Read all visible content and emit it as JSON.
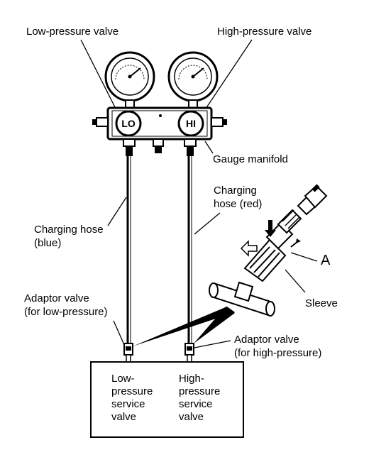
{
  "labels": {
    "low_pressure_valve": "Low-pressure valve",
    "high_pressure_valve": "High-pressure valve",
    "gauge_manifold": "Gauge manifold",
    "charging_hose_blue_1": "Charging hose",
    "charging_hose_blue_2": "(blue)",
    "charging_hose_red_1": "Charging",
    "charging_hose_red_2": "hose (red)",
    "a": "A",
    "sleeve": "Sleeve",
    "adaptor_low_1": "Adaptor valve",
    "adaptor_low_2": "(for low-pressure)",
    "adaptor_high_1": "Adaptor valve",
    "adaptor_high_2": "(for high-pressure)",
    "lo": "LO",
    "hi": "HI"
  },
  "service_box": {
    "low_lines": [
      "Low-",
      "pressure",
      "service",
      "valve"
    ],
    "high_lines": [
      "High-",
      "pressure",
      "service",
      "valve"
    ]
  }
}
